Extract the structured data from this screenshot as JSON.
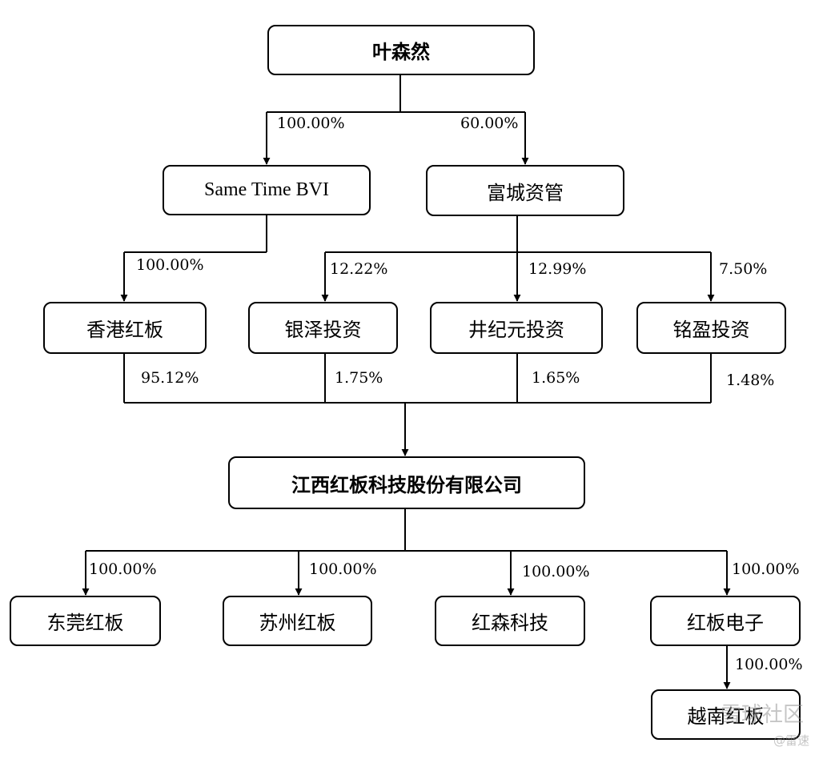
{
  "nodes": {
    "root": "叶森然",
    "bvi": "Same Time BVI",
    "fucheng": "富城资管",
    "hk": "香港红板",
    "yinze": "银泽投资",
    "jingjiyuan": "井纪元投资",
    "mingying": "铭盈投资",
    "company": "江西红板科技股份有限公司",
    "dongguan": "东莞红板",
    "suzhou": "苏州红板",
    "hongsen": "红森科技",
    "electronics": "红板电子",
    "vietnam": "越南红板"
  },
  "percentages": {
    "root_to_bvi": "100.00%",
    "root_to_fucheng": "60.00%",
    "bvi_to_hk": "100.00%",
    "fucheng_to_yinze": "12.22%",
    "fucheng_to_jingjiyuan": "12.99%",
    "fucheng_to_mingying": "7.50%",
    "hk_to_company": "95.12%",
    "yinze_to_company": "1.75%",
    "jingjiyuan_to_company": "1.65%",
    "mingying_to_company": "1.48%",
    "company_to_dongguan": "100.00%",
    "company_to_suzhou": "100.00%",
    "company_to_hongsen": "100.00%",
    "company_to_electronics": "100.00%",
    "electronics_to_vietnam": "100.00%"
  },
  "watermark": {
    "brand": "雪球社区",
    "handle": "@雷速"
  }
}
